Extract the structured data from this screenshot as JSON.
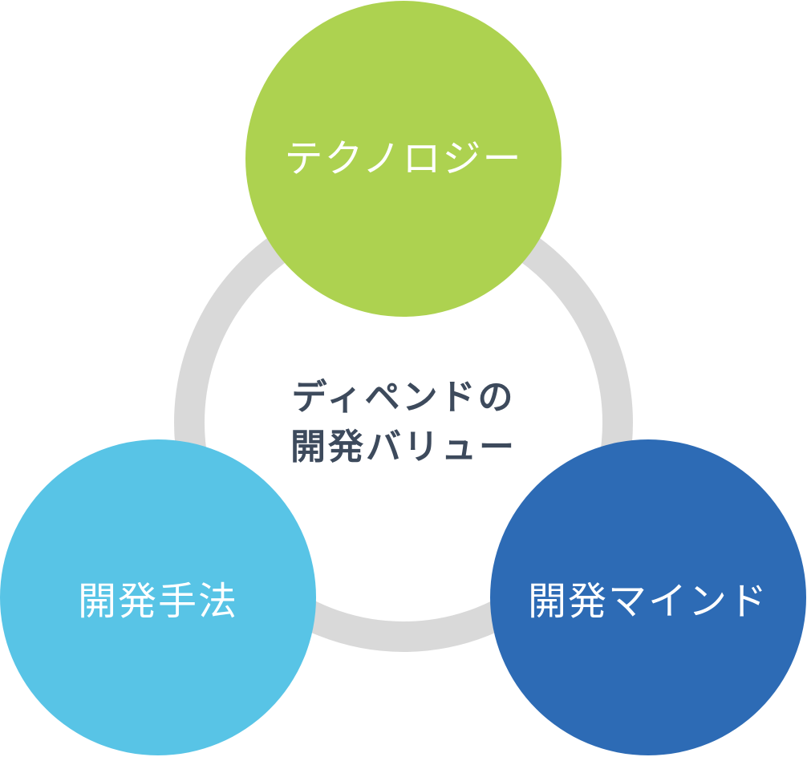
{
  "center": {
    "line1": "ディペンドの",
    "line2": "開発バリュー"
  },
  "nodes": {
    "top": {
      "label": "テクノロジー",
      "color": "#add250"
    },
    "left": {
      "label": "開発手法",
      "color": "#58c4e6"
    },
    "right": {
      "label": "開発マインド",
      "color": "#2d6bb5"
    }
  },
  "ring_color": "#d9d9d9"
}
